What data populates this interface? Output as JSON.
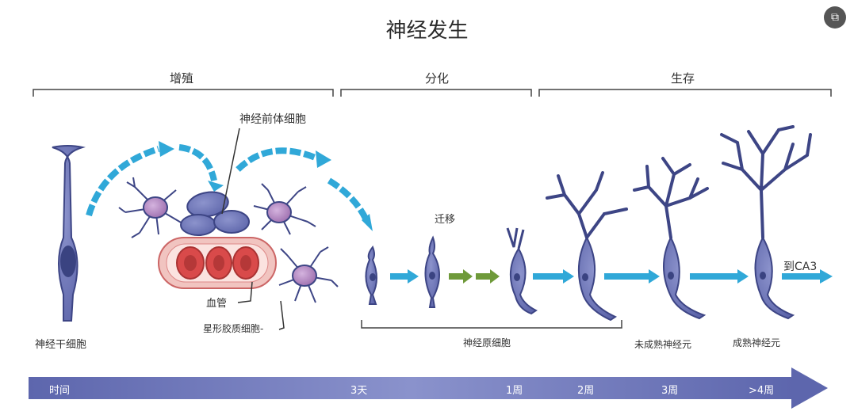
{
  "title": "神经发生",
  "phases": {
    "proliferation": "增殖",
    "differentiation": "分化",
    "survival": "生存"
  },
  "labels": {
    "neural_stem_cell": "神经干细胞",
    "neural_progenitor": "神经前体细胞",
    "blood_vessel": "血管",
    "astrocyte": "星形胶质细胞-",
    "migration": "迁移",
    "neuroblast": "神经原细胞",
    "immature_neuron": "未成熟神经元",
    "mature_neuron": "成熟神经元",
    "to_ca3": "到CA3"
  },
  "timeline": {
    "start": "时间",
    "t1": "3天",
    "t2": "1周",
    "t3": "2周",
    "t4": "3周",
    "t5": ">4周"
  },
  "colors": {
    "cell_fill": "#6f77b8",
    "cell_stroke": "#3d4585",
    "nucleus": "#3a4381",
    "blue_arrow": "#30a8d8",
    "green_arrow": "#6f9a3a",
    "astrocyte_body": "#b58ac2",
    "vessel_red": "#d94a4a",
    "timeline": "#6b73b6"
  },
  "corner_button_icon": "image-view-icon"
}
